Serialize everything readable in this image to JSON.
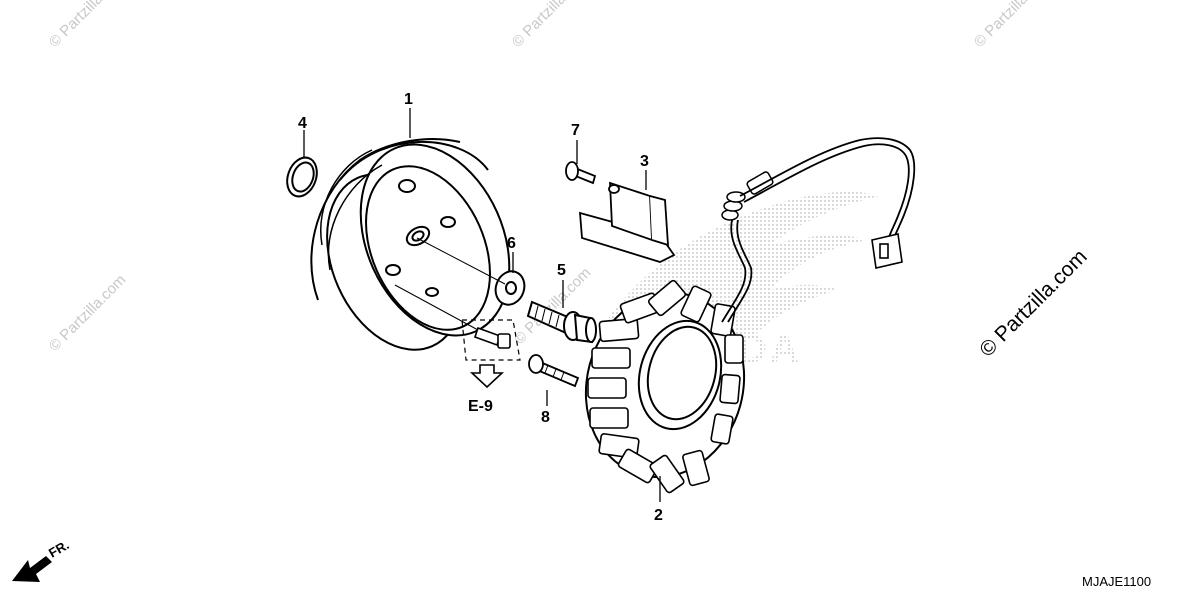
{
  "watermark": {
    "text": "© Partzilla.com",
    "color": "#c8c8c8"
  },
  "side_watermark": "© Partzilla.com",
  "callouts": [
    "1",
    "2",
    "3",
    "4",
    "5",
    "6",
    "7",
    "8"
  ],
  "reference": {
    "label": "E-9"
  },
  "front_marker": "FR.",
  "diagram_code": "MJAJE1100",
  "brand_logo_text": "HONDA",
  "colors": {
    "line": "#000000",
    "logo_stipple": "#bdbdbd",
    "background": "#ffffff"
  }
}
